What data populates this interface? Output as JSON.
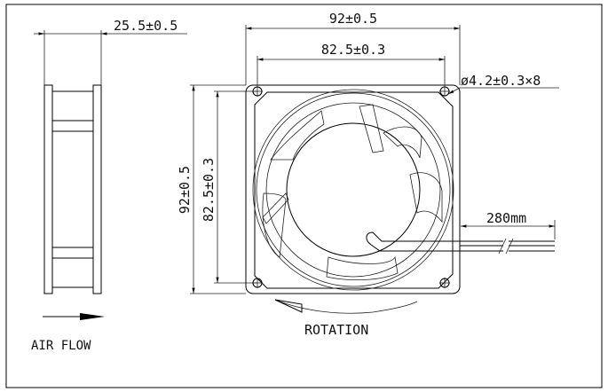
{
  "diagram": {
    "side_view": {
      "depth_dim": "25.5±0.5",
      "airflow_label": "AIR FLOW"
    },
    "front_view": {
      "width_dim": "92±0.5",
      "hole_pitch_horizontal_dim": "82.5±0.3",
      "height_dim": "92±0.5",
      "hole_pitch_vertical_dim": "82.5±0.3",
      "hole_dim": "ø4.2±0.3×8",
      "cable_length_dim": "280mm",
      "rotation_label": "ROTATION"
    }
  }
}
